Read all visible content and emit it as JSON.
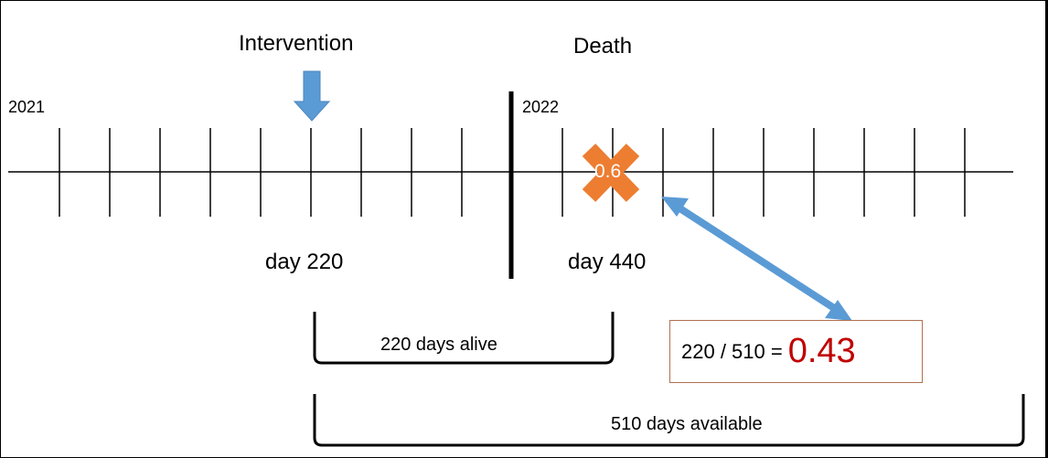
{
  "labels": {
    "year_start": "2021",
    "year_end": "2022",
    "intervention": "Intervention",
    "death": "Death",
    "day_a": "day 220",
    "day_b": "day 440",
    "death_marker_value": "0.6",
    "alive_span": "220 days alive",
    "available_span": "510 days available"
  },
  "result": {
    "equation": "220 / 510 =",
    "value": "0.43"
  },
  "colors": {
    "arrow_blue": "#5b9bd5",
    "cross_orange": "#ed7d31",
    "result_red": "#c00000"
  }
}
